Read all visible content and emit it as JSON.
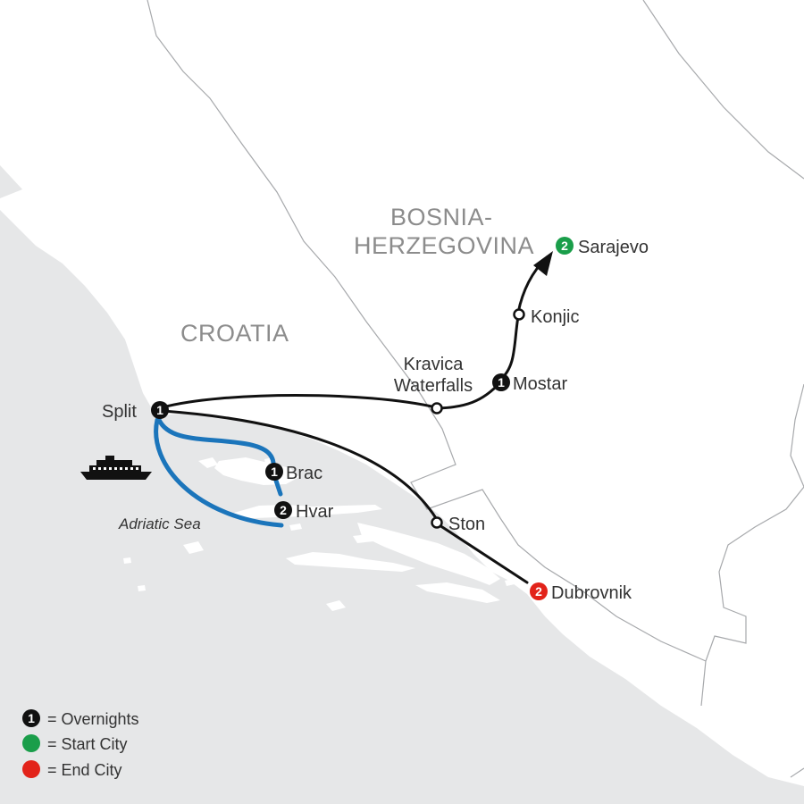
{
  "countries": [
    {
      "name": "CROATIA"
    },
    {
      "name_line1": "BOSNIA-",
      "name_line2": "HERZEGOVINA"
    }
  ],
  "sea": {
    "name": "Adriatic Sea"
  },
  "cities": [
    {
      "id": "sarajevo",
      "label": "Sarajevo",
      "marker": "badge",
      "count": "2",
      "color": "#1a9e4a"
    },
    {
      "id": "konjic",
      "label": "Konjic",
      "marker": "stop"
    },
    {
      "id": "mostar",
      "label": "Mostar",
      "marker": "badge",
      "count": "1",
      "color": "#111111"
    },
    {
      "id": "kravica",
      "label_line1": "Kravica",
      "label_line2": "Waterfalls",
      "marker": "stop"
    },
    {
      "id": "split",
      "label": "Split",
      "marker": "badge",
      "count": "1",
      "color": "#111111"
    },
    {
      "id": "brac",
      "label": "Brac",
      "marker": "badge",
      "count": "1",
      "color": "#111111"
    },
    {
      "id": "hvar",
      "label": "Hvar",
      "marker": "badge",
      "count": "2",
      "color": "#111111"
    },
    {
      "id": "ston",
      "label": "Ston",
      "marker": "stop"
    },
    {
      "id": "dubrovnik",
      "label": "Dubrovnik",
      "marker": "badge",
      "count": "2",
      "color": "#e2231a"
    }
  ],
  "routes": {
    "land_color": "#111111",
    "sea_color": "#1b75bb"
  },
  "icons": [
    "ferry-icon",
    "direction-arrow-icon"
  ],
  "legend": [
    {
      "symbol": "1",
      "color": "#111111",
      "label": "= Overnights"
    },
    {
      "symbol": "",
      "color": "#1a9e4a",
      "label": "= Start City"
    },
    {
      "symbol": "",
      "color": "#e2231a",
      "label": "= End City"
    }
  ],
  "colors": {
    "sea": "#e6e7e8",
    "land": "#ffffff",
    "border": "#a7a9ac"
  }
}
